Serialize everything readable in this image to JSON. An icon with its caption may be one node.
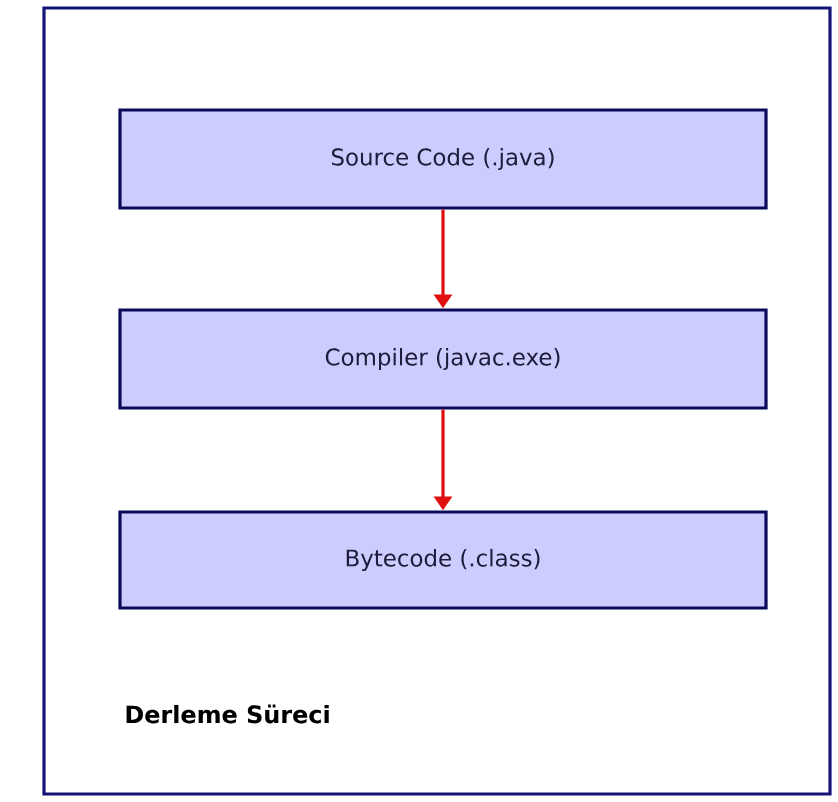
{
  "diagram": {
    "caption": "Derleme Süreci",
    "nodes": [
      {
        "text": [
          "Source Code (.java)"
        ]
      },
      {
        "text": [
          "Compiler (javac.exe)"
        ]
      },
      {
        "text": [
          "Bytecode (.class)"
        ]
      }
    ],
    "edges": [
      {
        "from": 0,
        "to": 1,
        "arrow": "to"
      },
      {
        "from": 1,
        "to": 2,
        "arrow": "to"
      }
    ]
  }
}
